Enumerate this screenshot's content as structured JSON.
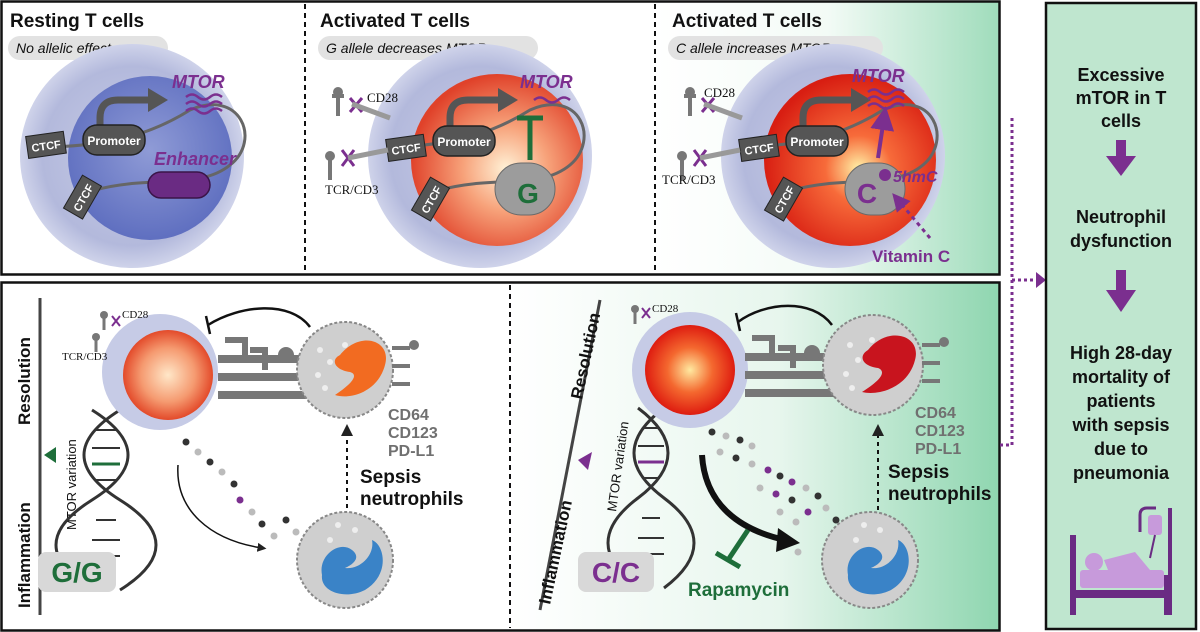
{
  "top_panels": [
    {
      "title": "Resting T cells",
      "subtitle": "No allelic effect"
    },
    {
      "title": "Activated T cells",
      "subtitle": "G allele decreases MTOR"
    },
    {
      "title": "Activated T cells",
      "subtitle": "C allele increases MTOR"
    }
  ],
  "labels": {
    "mtor": "MTOR",
    "promoter": "Promoter",
    "ctcf": "CTCF",
    "enhancer": "Enhancer",
    "cd28": "CD28",
    "tcr": "TCR/CD3",
    "allele_g": "G",
    "allele_c": "C",
    "hmc": "5hmC",
    "vitamin_c": "Vitamin C"
  },
  "bottom": {
    "resolution": "Resolution",
    "inflammation": "Inflammation",
    "mtor_variation": "MTOR variation",
    "markers": [
      "CD64",
      "CD123",
      "PD-L1"
    ],
    "sepsis_line1": "Sepsis",
    "sepsis_line2": "neutrophils",
    "genotype_left": "G/G",
    "genotype_right": "C/C",
    "rapamycin": "Rapamycin"
  },
  "side": {
    "box1": [
      "Excessive",
      "mTOR in T",
      "cells"
    ],
    "box2": [
      "Neutrophil",
      "dysfunction"
    ],
    "box3": [
      "High 28-day",
      "mortality of",
      "patients",
      "with sepsis",
      "due to",
      "pneumonia"
    ]
  },
  "colors": {
    "purple": "#7b2f8f",
    "green": "#1e6e3a",
    "gray_text": "#707070",
    "panel_green": "#bfe6cf"
  }
}
